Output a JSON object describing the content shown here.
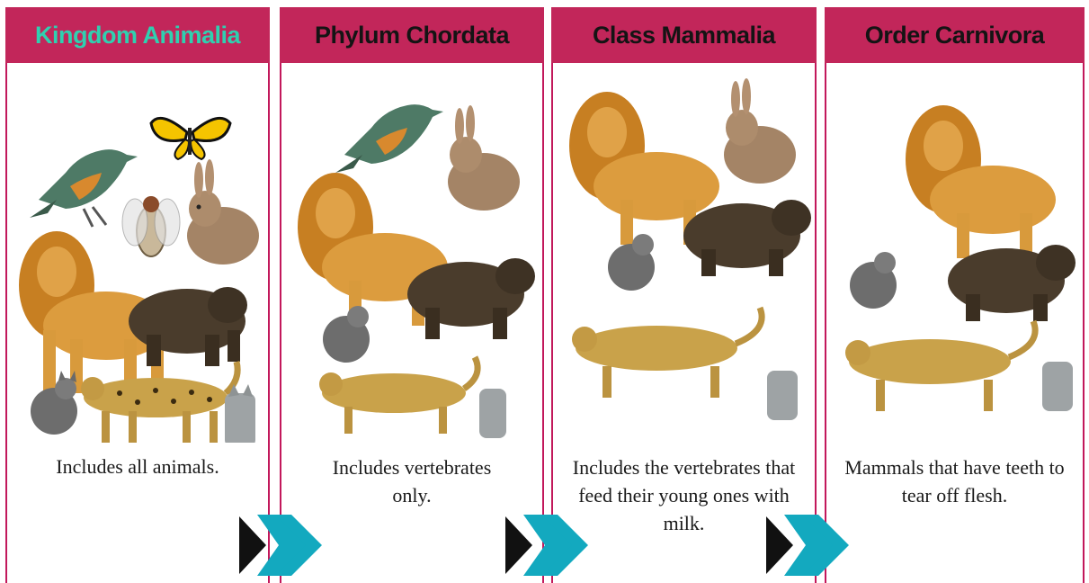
{
  "panels": [
    {
      "title": "Kingdom Animalia",
      "description": "Includes all animals."
    },
    {
      "title": "Phylum Chordata",
      "description": "Includes  vertebrates only."
    },
    {
      "title": "Class Mammalia",
      "description": "Includes the vertebrates that feed their young ones with milk."
    },
    {
      "title": "Order Carnivora",
      "description": "Mammals that have teeth to tear  off flesh."
    }
  ],
  "colors": {
    "header": "#c2265a",
    "border": "#c2185b",
    "accent_green": "#2fd0b0",
    "arrow_teal": "#13a9bf",
    "arrow_black": "#111111"
  },
  "icons": [
    "bird",
    "butterfly",
    "fly",
    "rabbit",
    "lion",
    "bear",
    "cat",
    "leopard",
    "wolf",
    "arrow-right"
  ]
}
